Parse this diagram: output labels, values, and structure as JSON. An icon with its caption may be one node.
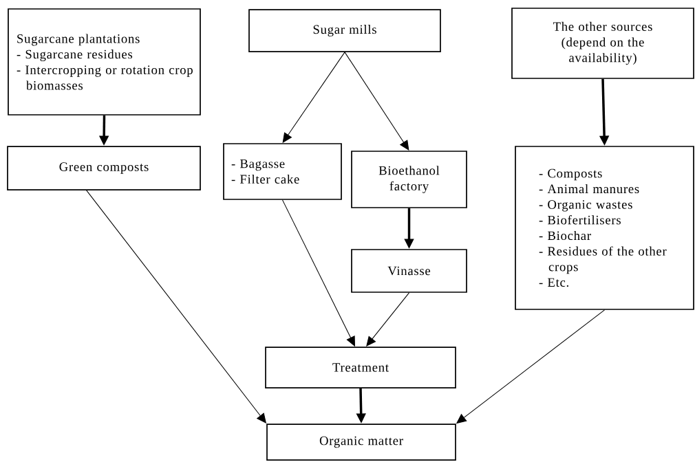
{
  "diagram": {
    "nodes": [
      {
        "text": [
          "Sugarcane plantations",
          "- Sugarcane residues",
          "- Intercropping or rotation crop biomasses"
        ]
      },
      {
        "text": [
          "Sugar mills"
        ]
      },
      {
        "text": [
          "The other sources (depend on the availability)"
        ]
      },
      {
        "text": [
          "Green composts"
        ]
      },
      {
        "text": [
          "- Bagasse",
          "- Filter cake"
        ]
      },
      {
        "text": [
          "Bioethanol factory"
        ]
      },
      {
        "text": [
          "- Composts",
          "- Animal manures",
          "- Organic wastes",
          "- Biofertilisers",
          "- Biochar",
          "- Residues of the other crops",
          "- Etc."
        ]
      },
      {
        "text": [
          "Vinasse"
        ]
      },
      {
        "text": [
          "Treatment"
        ]
      },
      {
        "text": [
          "Organic matter"
        ]
      }
    ],
    "edges": [
      {
        "from": 0,
        "to": 3,
        "arrow": "to",
        "style": "thick"
      },
      {
        "from": 1,
        "to": 4,
        "arrow": "to"
      },
      {
        "from": 1,
        "to": 5,
        "arrow": "to"
      },
      {
        "from": 2,
        "to": 6,
        "arrow": "to",
        "style": "thick"
      },
      {
        "from": 3,
        "to": 9,
        "arrow": "to"
      },
      {
        "from": 4,
        "to": 8,
        "arrow": "to"
      },
      {
        "from": 5,
        "to": 7,
        "arrow": "to",
        "style": "thick"
      },
      {
        "from": 7,
        "to": 8,
        "arrow": "to"
      },
      {
        "from": 8,
        "to": 9,
        "arrow": "to",
        "style": "thick"
      },
      {
        "from": 6,
        "to": 9,
        "arrow": "to"
      }
    ]
  }
}
